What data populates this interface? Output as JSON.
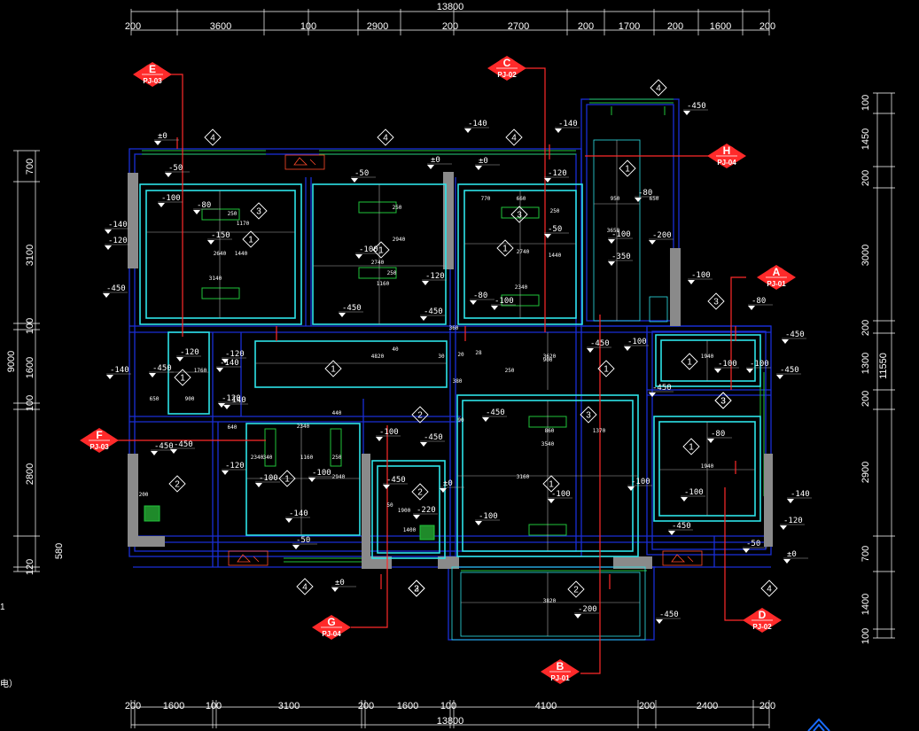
{
  "dims": {
    "top_total": "13800",
    "top": [
      "200",
      "3600",
      "100",
      "2900",
      "200",
      "2700",
      "200",
      "1700",
      "200",
      "1600",
      "200"
    ],
    "bottom_total": "13800",
    "bottom": [
      "200",
      "1600",
      "100",
      "3100",
      "200",
      "1600",
      "100",
      "4100",
      "200",
      "2400",
      "200"
    ],
    "left_total": "9000",
    "left": [
      "700",
      "3100",
      "100",
      "1600",
      "100",
      "2800",
      "580",
      "120"
    ],
    "right_total": "11550",
    "right": [
      "100",
      "1450",
      "200",
      "3000",
      "200",
      "1300",
      "200",
      "2900",
      "700",
      "1400",
      "100"
    ]
  },
  "section_markers": [
    {
      "letter": "E",
      "code": "PJ-03"
    },
    {
      "letter": "C",
      "code": "PJ-02"
    },
    {
      "letter": "H",
      "code": "PJ-04"
    },
    {
      "letter": "A",
      "code": "PJ-01"
    },
    {
      "letter": "F",
      "code": "PJ-03"
    },
    {
      "letter": "G",
      "code": "PJ-04"
    },
    {
      "letter": "B",
      "code": "PJ-01"
    },
    {
      "letter": "D",
      "code": "PJ-02"
    }
  ],
  "level_marks": [
    "±0",
    "-50",
    "-140",
    "-120",
    "-450",
    "-100",
    "-80",
    "-150",
    "-120",
    "-140",
    "-450",
    "-50",
    "±0",
    "-140",
    "-120",
    "-100",
    "-450",
    "-120",
    "-140",
    "-450",
    "-140",
    "-120",
    "±0",
    "-50",
    "-100",
    "-100",
    "-80",
    "-200",
    "-450",
    "-350",
    "-450",
    "-100",
    "-450",
    "-450",
    "-100",
    "-450",
    "-450",
    "-450",
    "-80",
    "-100",
    "-100",
    "-450",
    "-140",
    "-100",
    "-450",
    "-120",
    "-100",
    "-100",
    "-140",
    "-50",
    "±0",
    "-450",
    "-220",
    "-100",
    "-80",
    "-100",
    "-100",
    "-140",
    "-120",
    "-450",
    "-50",
    "±0",
    "-200",
    "-450",
    "±0",
    "-120",
    "-80",
    "-100"
  ],
  "tags": [
    "4",
    "4",
    "4",
    "1",
    "3",
    "1",
    "3",
    "1",
    "1",
    "1",
    "1",
    "1",
    "3",
    "3",
    "1",
    "2",
    "2",
    "2",
    "3",
    "1",
    "1",
    "2",
    "1",
    "3",
    "2",
    "4",
    "4",
    "4",
    "3"
  ],
  "room_dims": [
    "3140",
    "2640",
    "1440",
    "1170",
    "250",
    "2740",
    "1160",
    "2940",
    "250",
    "250",
    "770",
    "660",
    "2340",
    "2740",
    "1440",
    "250",
    "950",
    "650",
    "3650",
    "4820",
    "3620",
    "1940",
    "1940",
    "3540",
    "3160",
    "1370",
    "860",
    "2340",
    "1160",
    "2940",
    "1900",
    "1400",
    "3820",
    "900",
    "1760",
    "650",
    "900",
    "440",
    "640",
    "2340",
    "340",
    "250",
    "200",
    "360",
    "20",
    "28",
    "50",
    "90",
    "40",
    "30",
    "250",
    "380"
  ],
  "side_text": [
    "电）"
  ]
}
